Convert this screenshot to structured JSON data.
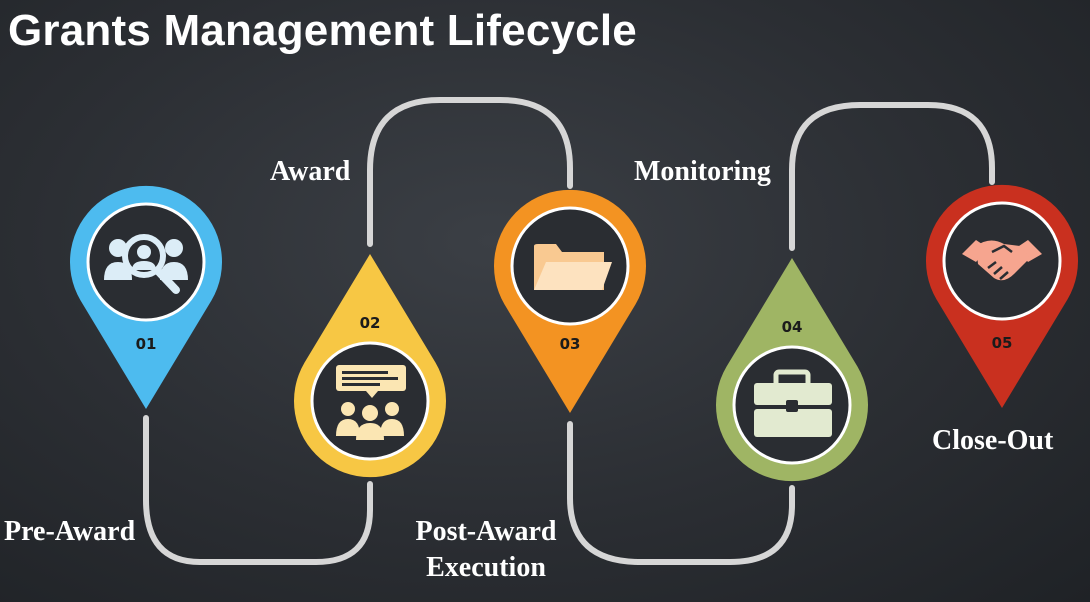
{
  "title": "Grants Management Lifecycle",
  "stages": [
    {
      "number": "01",
      "label": "Pre-Award",
      "color": "#4dbbef",
      "icon": "search-people-icon"
    },
    {
      "number": "02",
      "label": "Award",
      "color": "#f7c744",
      "icon": "meeting-presentation-icon"
    },
    {
      "number": "03",
      "label": "Post-Award Execution",
      "color": "#f39322",
      "icon": "folder-icon"
    },
    {
      "number": "04",
      "label": "Monitoring",
      "color": "#9fb564",
      "icon": "briefcase-icon"
    },
    {
      "number": "05",
      "label": "Close-Out",
      "color": "#c9301f",
      "icon": "handshake-icon"
    }
  ]
}
